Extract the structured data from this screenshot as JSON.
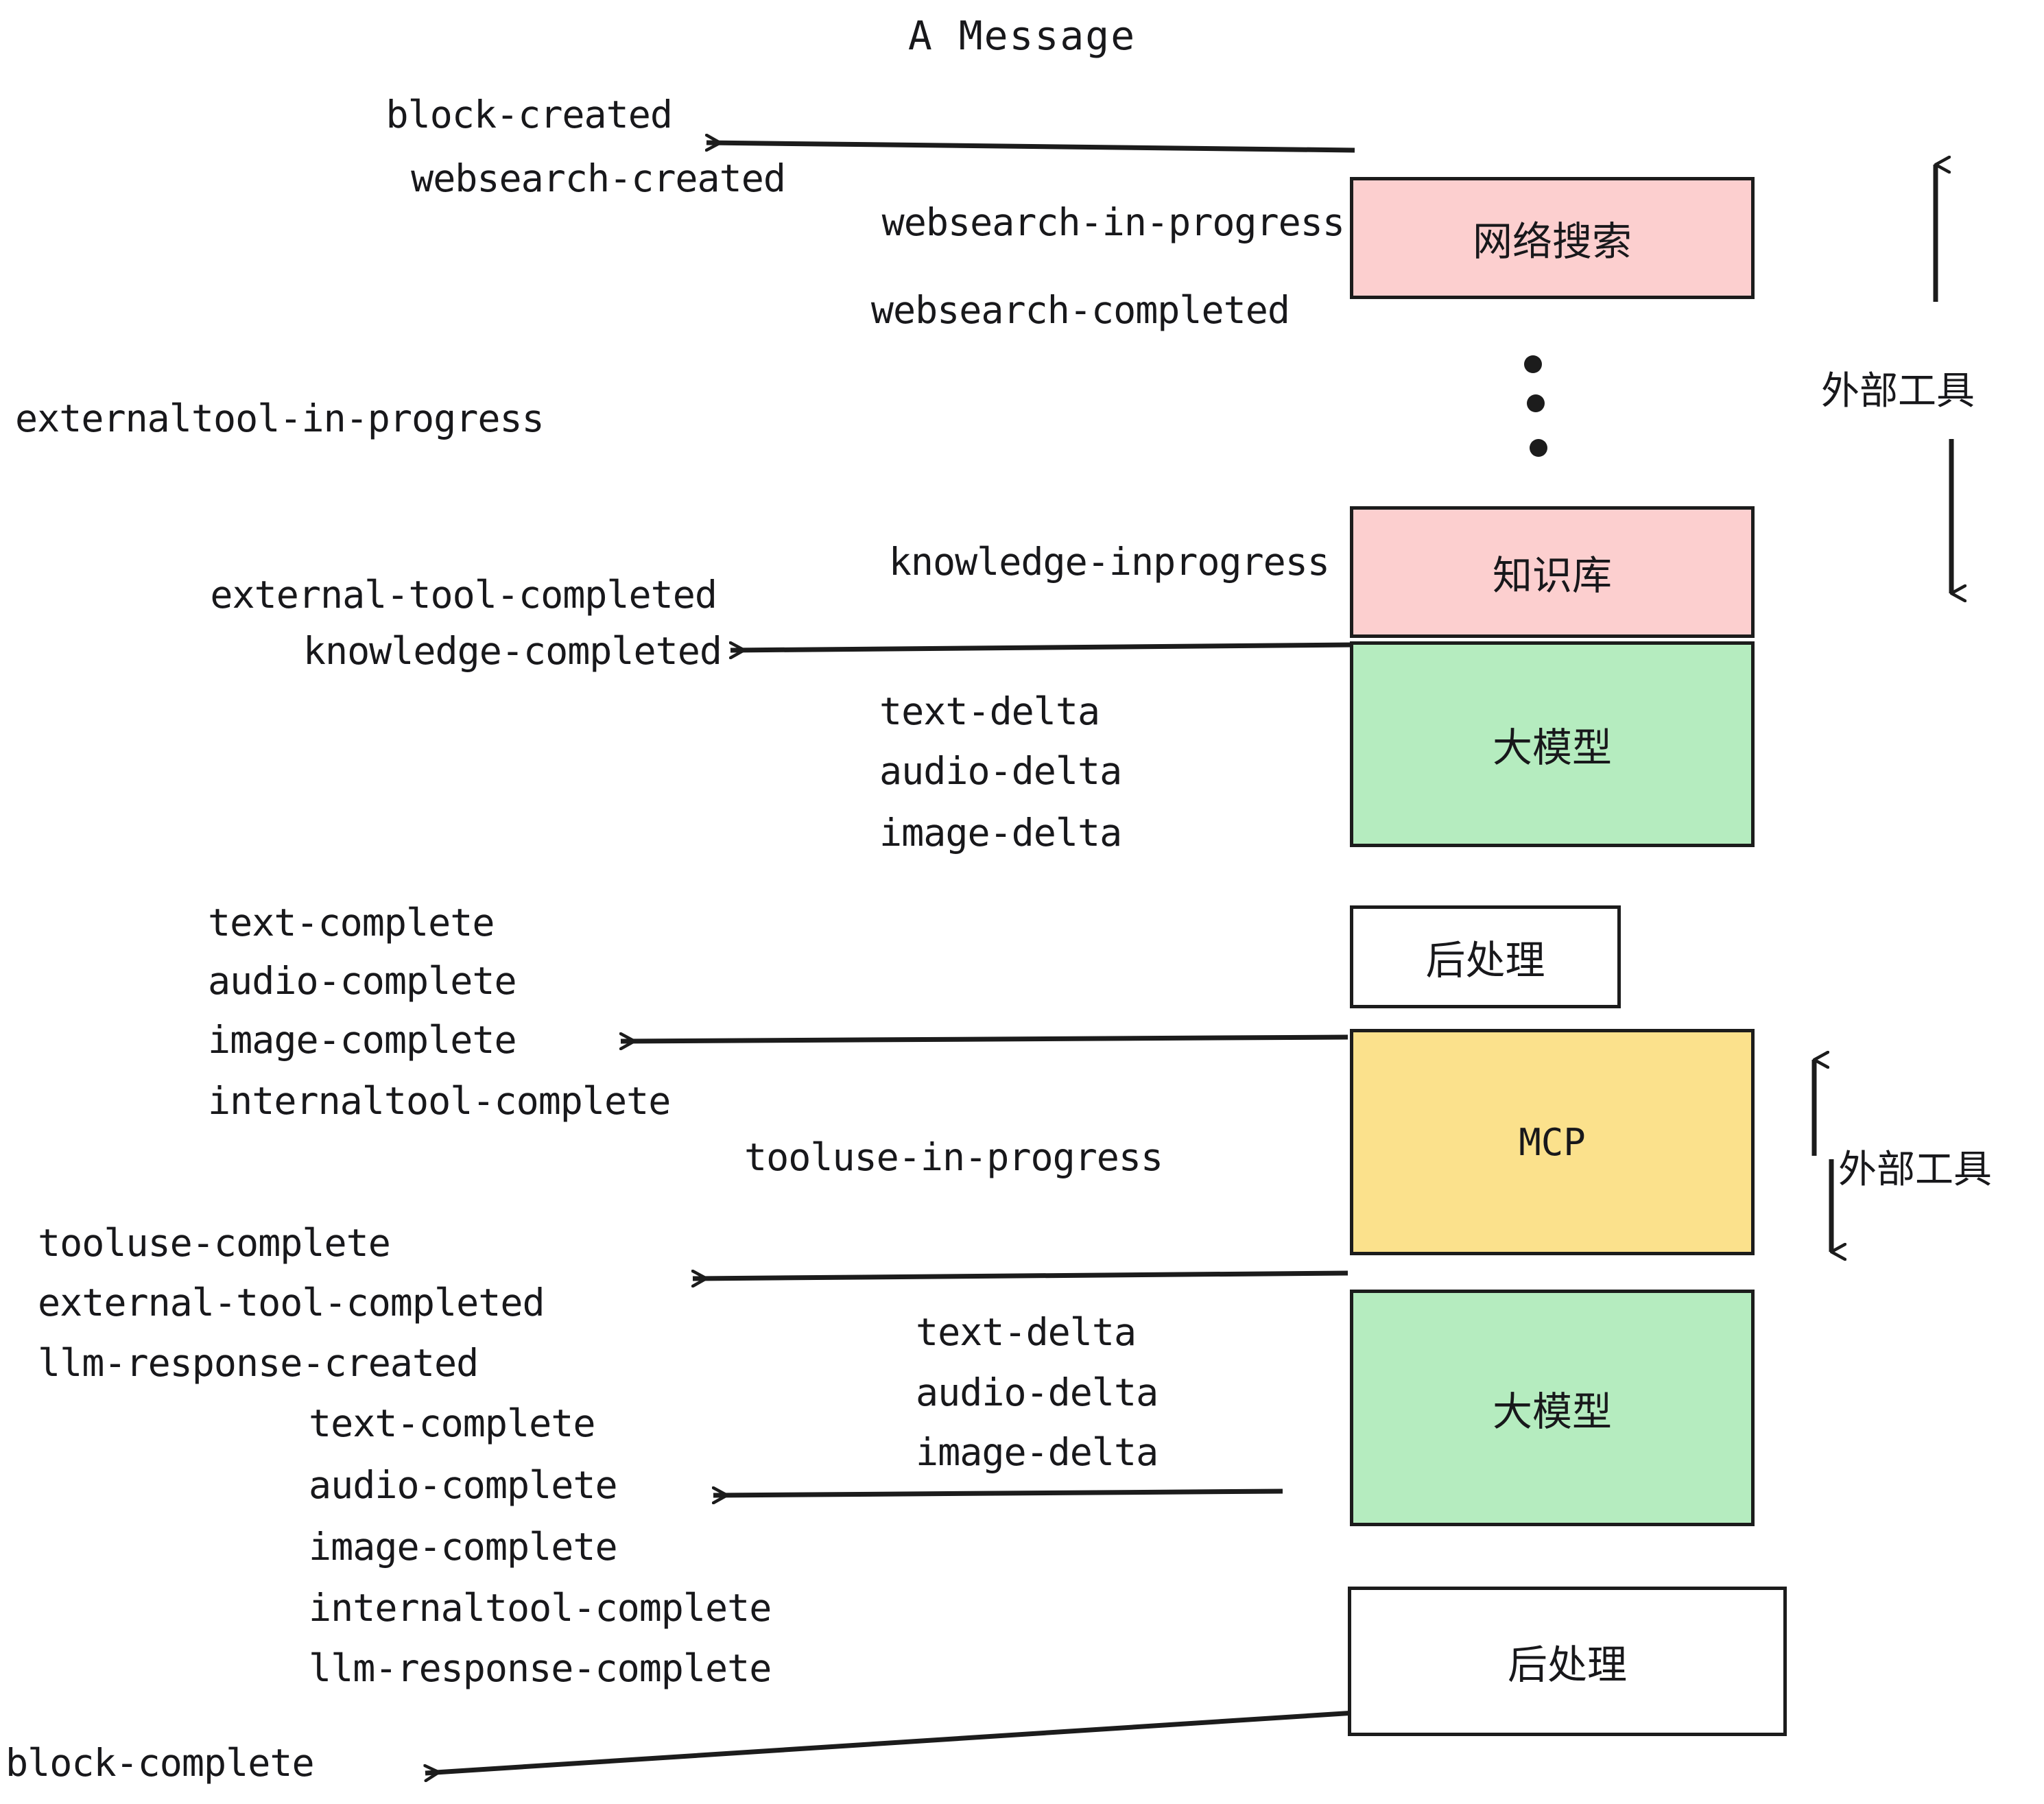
{
  "title": "A Message",
  "boxes": [
    {
      "label": "网络搜索",
      "color": "#fccfcf",
      "kind": "websearch"
    },
    {
      "label": "知识库",
      "color": "#fccfcf",
      "kind": "knowledge"
    },
    {
      "label": "大模型",
      "color": "#b5ecbf",
      "kind": "llm-1"
    },
    {
      "label": "后处理",
      "color": "#ffffff",
      "kind": "postprocess-1"
    },
    {
      "label": "MCP",
      "color": "#fbe18c",
      "kind": "mcp"
    },
    {
      "label": "大模型",
      "color": "#b5ecbf",
      "kind": "llm-2"
    },
    {
      "label": "后处理",
      "color": "#ffffff",
      "kind": "postprocess-2"
    }
  ],
  "side_labels": [
    {
      "text": "外部工具"
    },
    {
      "text": "外部工具"
    }
  ],
  "events": {
    "block_created": "block-created",
    "websearch_created": "websearch-created",
    "websearch_in_progress": "websearch-in-progress",
    "websearch_completed": "websearch-completed",
    "externaltool_in_progress": "externaltool-in-progress",
    "knowledge_inprogress": "knowledge-inprogress",
    "external_tool_completed_1": "external-tool-completed",
    "knowledge_completed": "knowledge-completed",
    "text_delta_1": "text-delta",
    "audio_delta_1": "audio-delta",
    "image_delta_1": "image-delta",
    "text_complete_1": "text-complete",
    "audio_complete_1": "audio-complete",
    "image_complete_1": "image-complete",
    "internaltool_complete_1": "internaltool-complete",
    "tooluse_in_progress": "tooluse-in-progress",
    "tooluse_complete": "tooluse-complete",
    "external_tool_completed_2": "external-tool-completed",
    "llm_response_created": "llm-response-created",
    "text_delta_2": "text-delta",
    "audio_delta_2": "audio-delta",
    "image_delta_2": "image-delta",
    "text_complete_2": "text-complete",
    "audio_complete_2": "audio-complete",
    "image_complete_2": "image-complete",
    "internaltool_complete_2": "internaltool-complete",
    "llm_response_complete": "llm-response-complete",
    "block_complete": "block-complete"
  },
  "colors": {
    "pink": "#fccfcf",
    "green": "#b5ecbf",
    "yellow": "#fbe18c",
    "white": "#ffffff",
    "stroke": "#1c1c1c",
    "text": "#18181b",
    "background": "#ffffff"
  }
}
